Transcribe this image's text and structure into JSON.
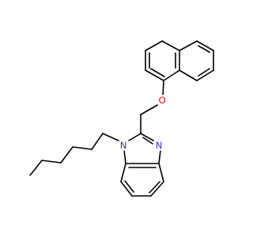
{
  "molecule": {
    "atom_colors": {
      "N": "#3030ee",
      "O": "#ff0d0d",
      "C": "#000000"
    },
    "labels": {
      "oxygen": "O",
      "imine_nitrogen": "N",
      "hexyl_nitrogen": "N"
    }
  }
}
